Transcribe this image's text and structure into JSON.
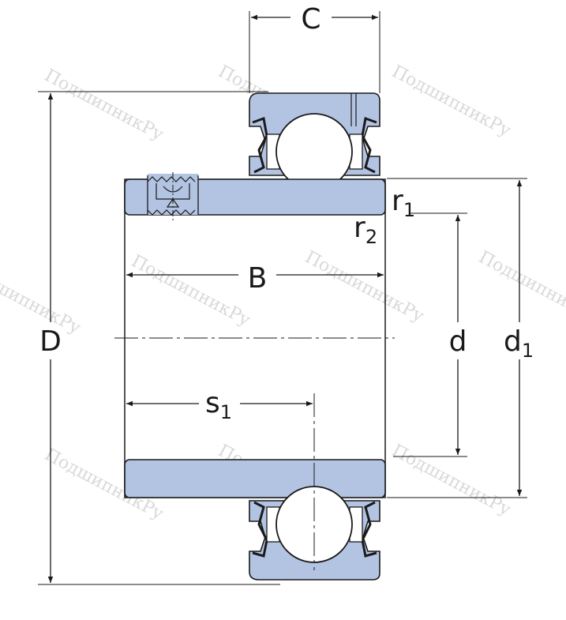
{
  "labels": {
    "C": "C",
    "D": "D",
    "B": "B",
    "d": "d",
    "d1_main": "d",
    "d1_sub": "1",
    "r1_main": "r",
    "r1_sub": "1",
    "r2_main": "r",
    "r2_sub": "2",
    "s1_main": "s",
    "s1_sub": "1"
  },
  "watermark": "ПодшипникРу",
  "colors": {
    "fill": "#b3c4e3",
    "line": "#1a1a1a",
    "watermark": "#d9d9d9"
  }
}
